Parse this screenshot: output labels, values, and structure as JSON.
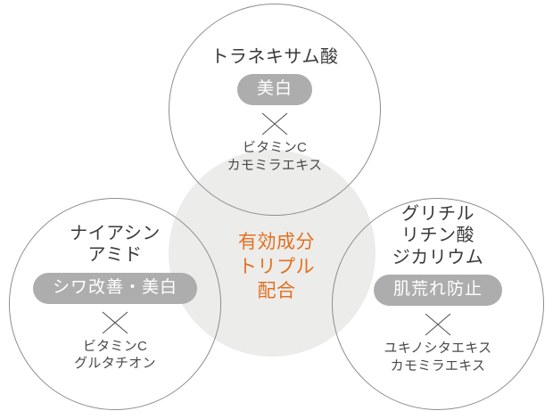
{
  "diagram": {
    "title_text": "有効成分\nトリプル\n配合",
    "accent_color": "#e3701f",
    "pill_color": "#adadad",
    "circle_stroke_color": "#8d8d8d",
    "overlap_fill_color": "#ececeb",
    "cross_icon_name": "multiply-cross-icon"
  },
  "circles": [
    {
      "id": "top",
      "ingredient": "トラネキサム酸",
      "benefit": "美白",
      "combo": "ビタミンC\nカモミラエキス"
    },
    {
      "id": "left",
      "ingredient": "ナイアシン\nアミド",
      "benefit": "シワ改善・美白",
      "combo": "ビタミンC\nグルタチオン"
    },
    {
      "id": "right",
      "ingredient": "グリチル\nリチン酸\nジカリウム",
      "benefit": "肌荒れ防止",
      "combo": "ユキノシタエキス\nカモミラエキス"
    }
  ]
}
